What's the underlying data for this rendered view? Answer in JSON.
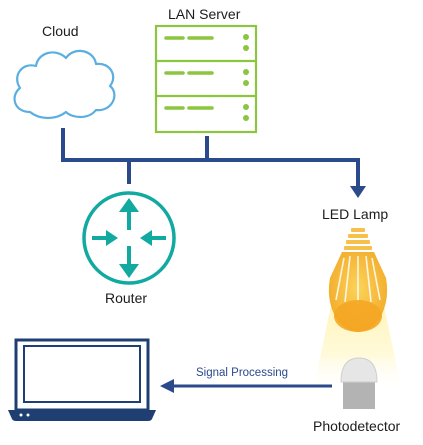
{
  "labels": {
    "cloud": "Cloud",
    "lan_server": "LAN Server",
    "led_lamp": "LED Lamp",
    "router": "Router",
    "photodetector": "Photodetector",
    "signal_processing": "Signal Processing"
  },
  "colors": {
    "network_line": "#2b4a8b",
    "cloud_stroke": "#5aaee0",
    "server_stroke": "#8cc53f",
    "router": "#12a9a1",
    "lamp_bulb": "#f4b738",
    "laptop": "#1f3f73",
    "photodetector_base": "#b3b3b3"
  },
  "icons": {
    "cloud": "cloud-icon",
    "lan_server": "server-rack-icon",
    "router": "router-icon",
    "led_lamp": "light-bulb-icon",
    "photodetector": "photodetector-icon",
    "laptop": "laptop-icon"
  }
}
